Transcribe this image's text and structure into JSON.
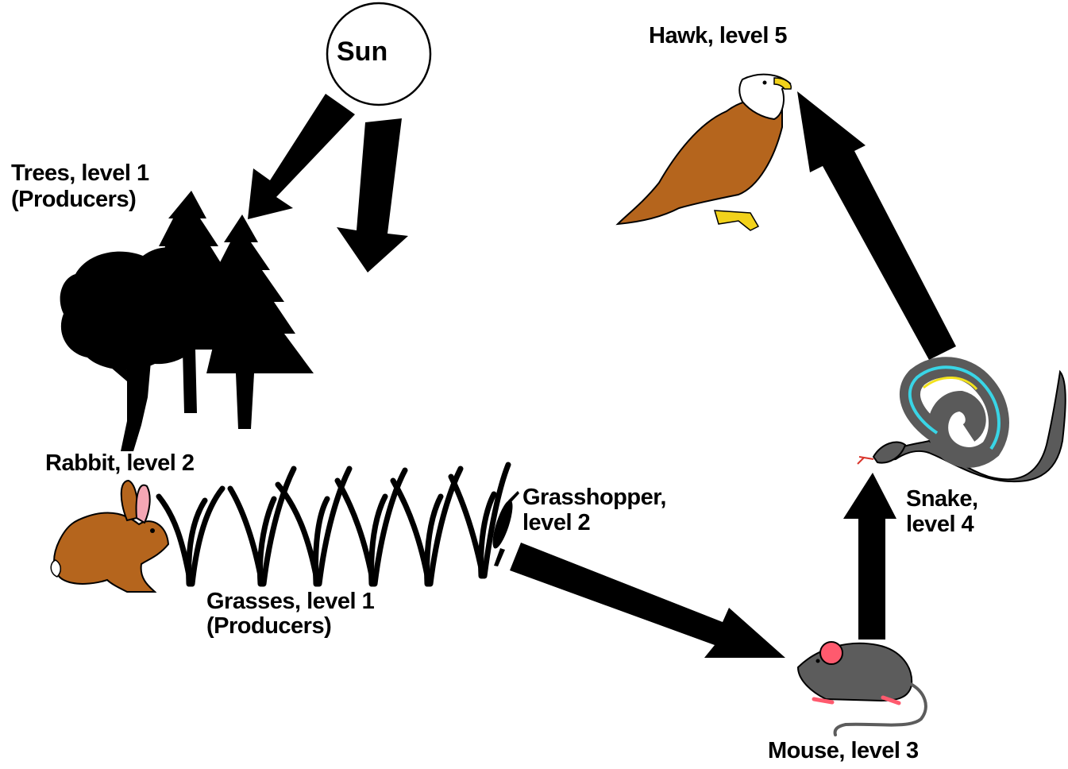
{
  "labels": {
    "sun": "Sun",
    "hawk": "Hawk, level 5",
    "trees_line1": "Trees, level 1",
    "trees_line2": "(Producers)",
    "rabbit": "Rabbit, level 2",
    "grasshopper_line1": "Grasshopper,",
    "grasshopper_line2": "level 2",
    "grasses_line1": "Grasses, level 1",
    "grasses_line2": "(Producers)",
    "snake_line1": "Snake,",
    "snake_line2": "level 4",
    "mouse": "Mouse, level 3"
  },
  "colors": {
    "arrow": "#000000",
    "silhouette": "#000000",
    "hawk_body": "#b5651d",
    "hawk_head": "#ffffff",
    "beak_feet": "#f2d21b",
    "rabbit": "#b5651d",
    "rabbit_ear": "#f4a6b4",
    "snake_body": "#5a5a5a",
    "snake_stripe": "#39d5e6",
    "snake_edge": "#f2e21b",
    "mouse_body": "#5c5c5c",
    "mouse_ear": "#ff5a6e"
  },
  "icons": [
    "sun-icon",
    "trees-icon",
    "grasses-icon",
    "rabbit-icon",
    "grasshopper-icon",
    "mouse-icon",
    "snake-icon",
    "hawk-icon"
  ]
}
